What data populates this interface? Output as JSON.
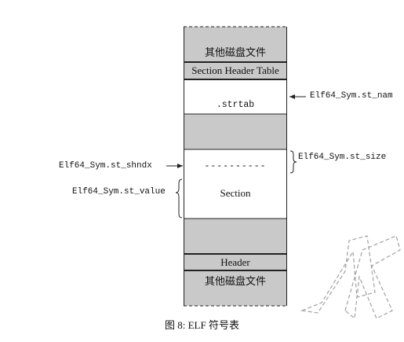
{
  "blocks": {
    "top_other_files": "其他磁盘文件",
    "section_header_table": "Section Header Table",
    "strtab": ".strtab",
    "dashes": "----------",
    "section": "Section",
    "header": "Header",
    "bottom_other_files": "其他磁盘文件"
  },
  "labels": {
    "st_name": "Elf64_Sym.st_nam",
    "st_size": "Elf64_Sym.st_size",
    "st_shndx": "Elf64_Sym.st_shndx",
    "st_value": "Elf64_Sym.st_value"
  },
  "caption": "图 8: ELF 符号表",
  "watermark": "NZ",
  "colors": {
    "gray_block": "#c9c9c9",
    "white_block": "#ffffff",
    "border": "#222222"
  }
}
